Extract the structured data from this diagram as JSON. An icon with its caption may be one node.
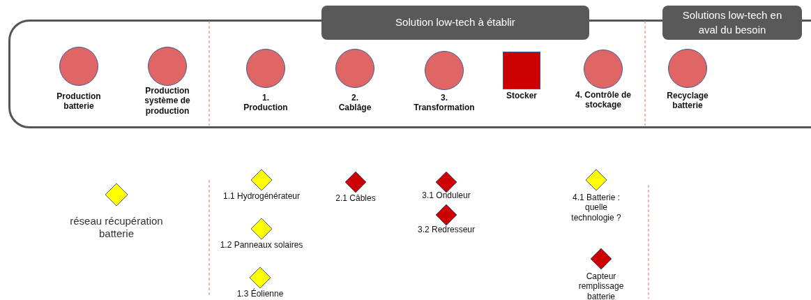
{
  "diagram": {
    "nodes": [
      {
        "text": [],
        "shape": "box"
      },
      {
        "text": [
          "Solution low-tech à établir"
        ]
      },
      {
        "text": [
          "Solutions low-tech en aval du besoin"
        ]
      },
      {
        "text": [
          "Production batterie"
        ],
        "in": 0
      },
      {
        "text": [
          "Production système de production"
        ],
        "in": 0
      },
      {
        "text": [
          "1. Production"
        ],
        "in": 0
      },
      {
        "text": [
          "2. Cablâge"
        ],
        "in": 0
      },
      {
        "text": [
          "3. Transformation"
        ],
        "in": 0
      },
      {
        "text": [
          "Stocker"
        ],
        "in": 0
      },
      {
        "text": [
          "4. Contrôle de stockage"
        ],
        "in": 0
      },
      {
        "text": [
          "Recyclage batterie"
        ],
        "in": 0
      },
      {
        "text": [
          "réseau récupération batterie"
        ]
      },
      {
        "text": [
          "1.1 Hydrogénérateur"
        ]
      },
      {
        "text": [
          "1.2 Panneaux solaires"
        ]
      },
      {
        "text": [
          "1.3 Éolienne"
        ]
      },
      {
        "text": [
          "2.1 Câbles"
        ]
      },
      {
        "text": [
          "3.1 Onduleur"
        ]
      },
      {
        "text": [
          "3.2 Redresseur"
        ]
      },
      {
        "text": [
          "4.1 Batterie : quelle technologie ?"
        ]
      },
      {
        "text": [
          "Capteur remplissage batterie"
        ]
      }
    ],
    "edges": []
  }
}
